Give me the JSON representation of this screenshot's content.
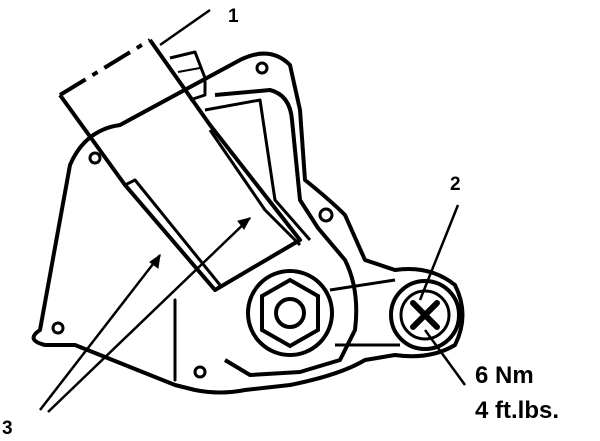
{
  "callouts": {
    "one": "1",
    "two": "2",
    "three": "3"
  },
  "torque": {
    "metric": "6 Nm",
    "imperial": "4 ft.lbs."
  },
  "colors": {
    "ink": "#000000",
    "paper": "#ffffff"
  }
}
